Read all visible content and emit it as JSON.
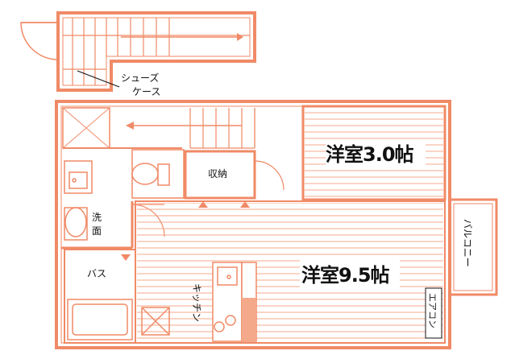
{
  "colors": {
    "wall": "#f08a66",
    "floor": "#f4a98b",
    "line": "#111111"
  },
  "labels": {
    "shoe_case_line1": "シューズ",
    "shoe_case_line2": "ケース",
    "storage": "収納",
    "western_room_small": "洋室3.0帖",
    "washroom_1": "洗",
    "washroom_2": "面",
    "bath": "バス",
    "western_room_large": "洋室9.5帖",
    "kitchen": "キッチン",
    "aircon": "エアコン",
    "balcony": "バルコニー"
  }
}
